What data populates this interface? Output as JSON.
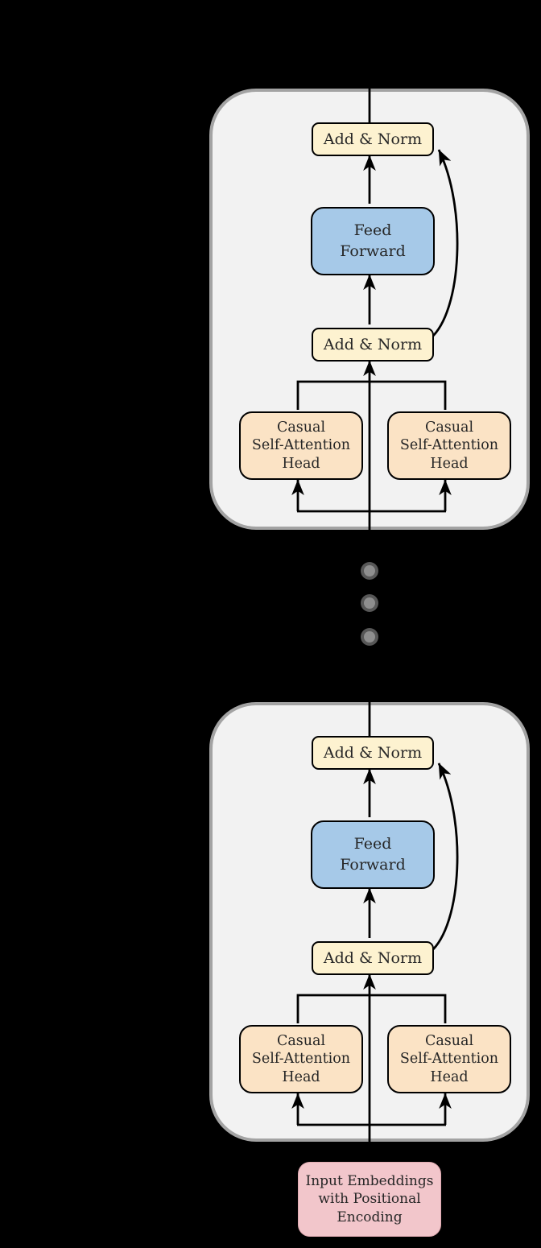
{
  "diagram": {
    "title": "transformer-decoder-stack",
    "decoder_block": {
      "add_norm_top_label": "Add & Norm",
      "add_norm_bottom_label": "Add & Norm",
      "feed_forward_lines": [
        "Feed",
        "Forward"
      ],
      "attention_head_lines": [
        "Casual",
        "Self-Attention",
        "Head"
      ]
    },
    "input_box_lines": [
      "Input Embeddings",
      "with Positional",
      "Encoding"
    ],
    "ellipsis_dots_count": 3,
    "colors": {
      "background": "#000000",
      "block_fill": "#f2f2f2",
      "block_border": "#a3a3a3",
      "add_norm_fill": "#fdf2d0",
      "feed_forward_fill": "#a6c9e8",
      "attention_head_fill": "#fbe3c5",
      "input_fill": "#f2c6cb",
      "line_color": "#000000",
      "dot_outer": "#575757",
      "dot_inner": "#8e8e8e"
    }
  }
}
